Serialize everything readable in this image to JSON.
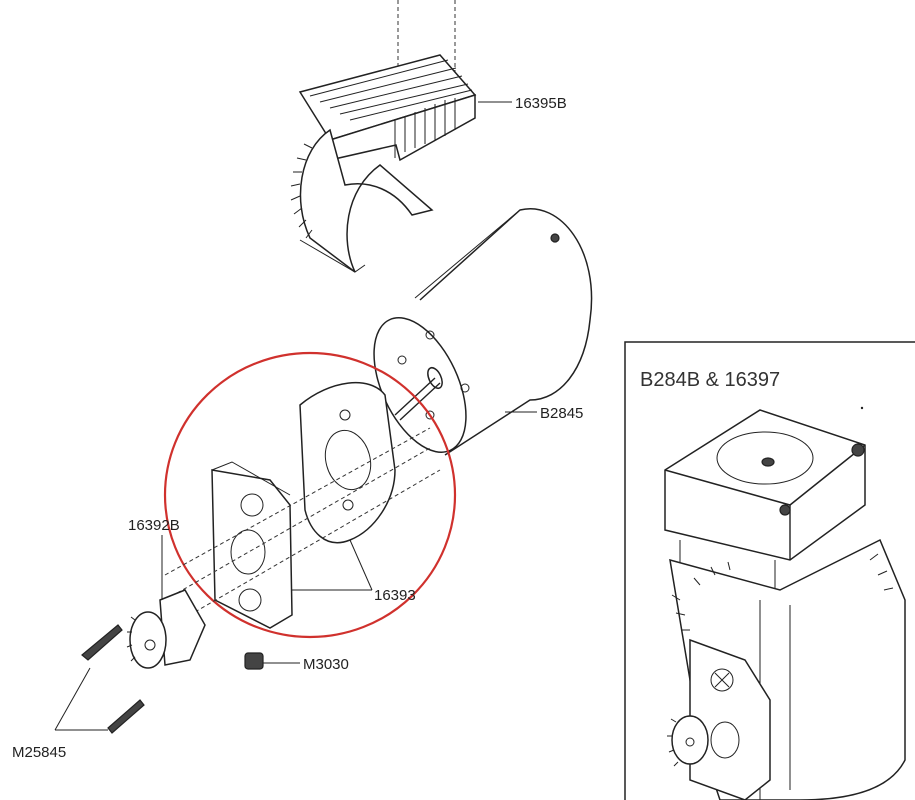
{
  "labels": {
    "heatsink": "16395B",
    "motor": "B2845",
    "pinion": "16392B",
    "mount_plate": "16393",
    "set_screw": "M3030",
    "screws": "M25845"
  },
  "inset": {
    "title": "B284B & 16397"
  },
  "colors": {
    "highlight_circle": "#d0312d",
    "line": "#222222"
  }
}
